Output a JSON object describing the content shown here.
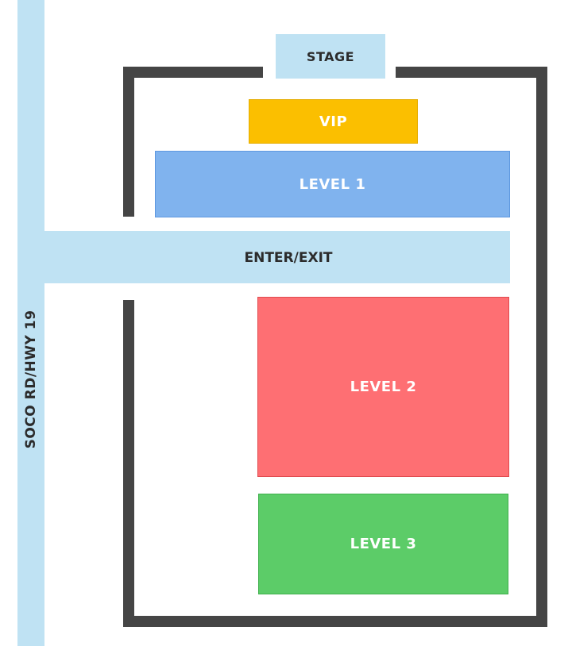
{
  "map": {
    "road_label": "SOCO RD/HWY 19",
    "entrance_label": "ENTER/EXIT",
    "zones": {
      "stage": "STAGE",
      "vip": "VIP",
      "level1": "LEVEL 1",
      "level2": "LEVEL 2",
      "level3": "LEVEL 3"
    },
    "colors": {
      "road": "#bfe2f3",
      "wall": "#454545",
      "stage": "#bfe2f3",
      "vip": "#fbbf00",
      "level1": "#80b3ee",
      "level2": "#fe6f73",
      "level3": "#5ccc68"
    }
  }
}
